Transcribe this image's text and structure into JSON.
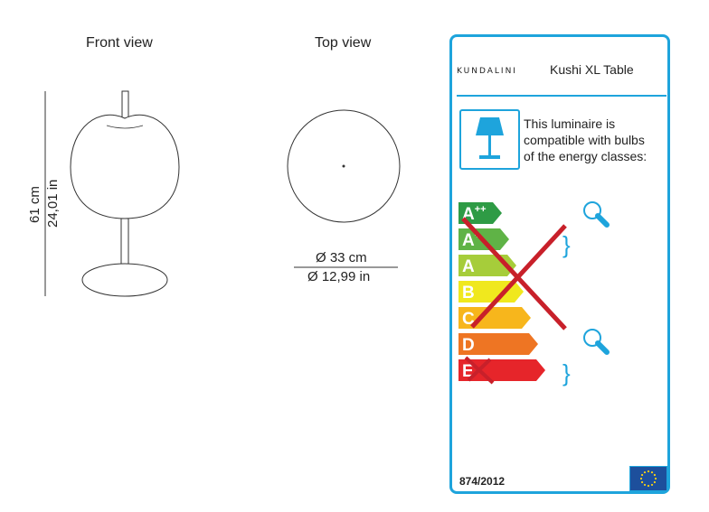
{
  "front_view": {
    "title": "Front view",
    "height_cm": "61 cm",
    "height_in": "24,01 in"
  },
  "top_view": {
    "title": "Top view",
    "diameter_cm": "Ø 33 cm",
    "diameter_in": "Ø 12,99 in"
  },
  "energy_label": {
    "brand": "KUNDALINI",
    "product": "Kushi XL Table",
    "compatibility_text": [
      "This luminaire is",
      "compatible with bulbs",
      "of the energy classes:"
    ],
    "classes": [
      {
        "label": "A",
        "sup": "++",
        "color": "#2e9b45"
      },
      {
        "label": "A",
        "sup": "+",
        "color": "#5fb346"
      },
      {
        "label": "A",
        "sup": "",
        "color": "#a6cd3a"
      },
      {
        "label": "B",
        "sup": "",
        "color": "#f0e81e"
      },
      {
        "label": "C",
        "sup": "",
        "color": "#f7b61c"
      },
      {
        "label": "D",
        "sup": "",
        "color": "#ee7523"
      },
      {
        "label": "E",
        "sup": "",
        "color": "#e6252a"
      }
    ],
    "regulation": "874/2012",
    "icons": [
      "table-lamp-icon",
      "bulb-icon",
      "eu-flag-icon"
    ],
    "accent_color": "#1ea4dc",
    "cross_color": "#c8202a"
  }
}
